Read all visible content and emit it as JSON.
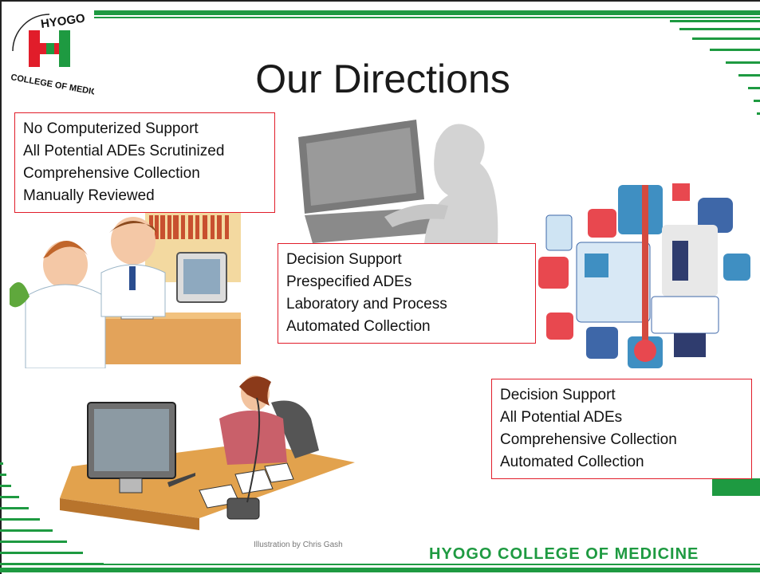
{
  "slide": {
    "title": "Our Directions",
    "logo": {
      "text": "HYOGO COLLEGE OF MEDICINE",
      "accent": "#e11d2a",
      "green": "#1e9a41"
    },
    "boxes": [
      {
        "lines": [
          "No Computerized Support",
          "All Potential ADEs Scrutinized",
          "Comprehensive Collection",
          "Manually Reviewed"
        ]
      },
      {
        "lines": [
          "Decision Support",
          "Prespecified ADEs",
          "Laboratory and Process",
          "Automated Collection"
        ]
      },
      {
        "lines": [
          "Decision Support",
          "All Potential ADEs",
          "Comprehensive Collection",
          "Automated Collection"
        ]
      }
    ],
    "illustration_credit": "Illustration by Chris Gash",
    "footer": "HYOGO COLLEGE OF MEDICINE",
    "colors": {
      "box_border": "#e11d2a",
      "footer": "#1e9a41",
      "deco": "#1e9a41"
    }
  }
}
